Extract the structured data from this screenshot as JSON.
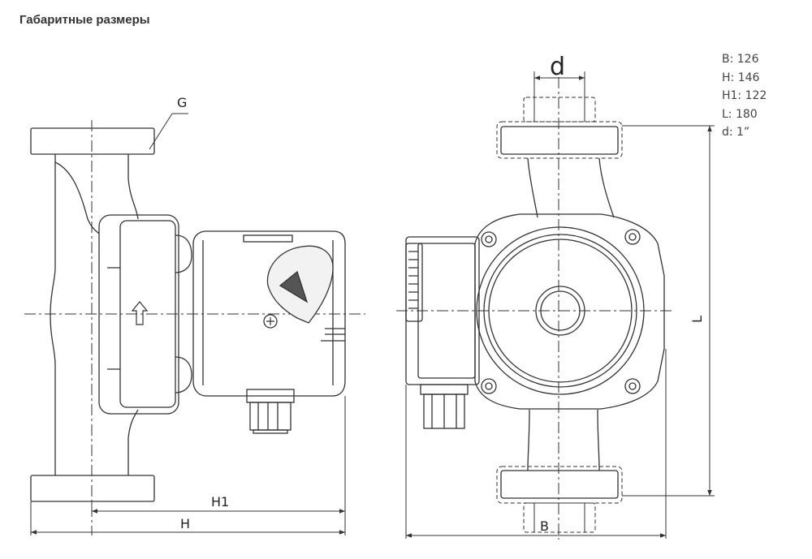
{
  "title": "Габаритные размеры",
  "labels": {
    "G": "G",
    "H1": "H1",
    "H": "H",
    "d": "d",
    "L": "L",
    "B": "B"
  },
  "specs": [
    "B: 126",
    "H: 146",
    "H1: 122",
    "L: 180",
    "d: 1”"
  ]
}
